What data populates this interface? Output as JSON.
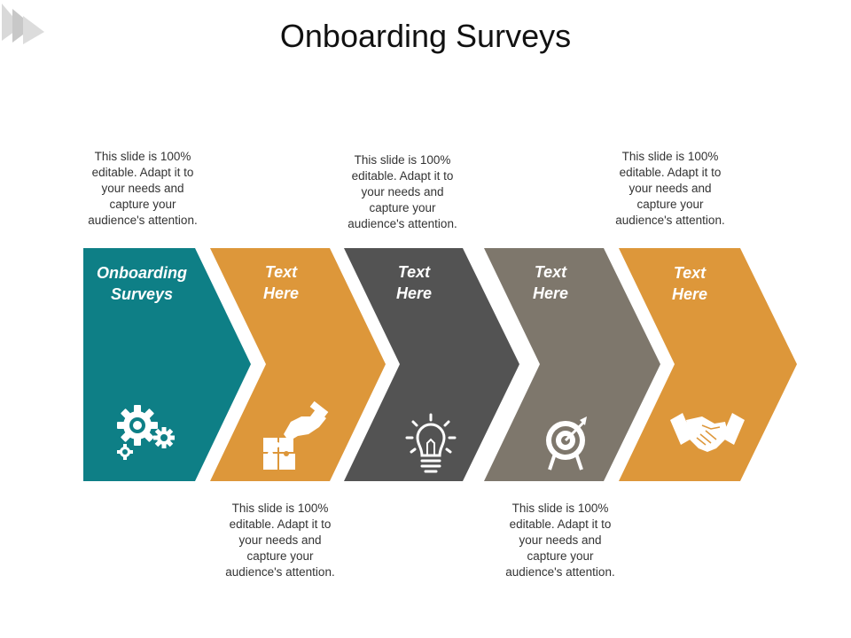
{
  "title": "Onboarding Surveys",
  "steps": [
    {
      "label_line1": "Onboarding",
      "label_line2": "Surveys",
      "color": "#0e7f86",
      "icon": "gears-icon"
    },
    {
      "label_line1": "Text",
      "label_line2": "Here",
      "color": "#dd973a",
      "icon": "puzzle-hand-icon"
    },
    {
      "label_line1": "Text",
      "label_line2": "Here",
      "color": "#535353",
      "icon": "lightbulb-icon"
    },
    {
      "label_line1": "Text",
      "label_line2": "Here",
      "color": "#7e776c",
      "icon": "target-icon"
    },
    {
      "label_line1": "Text",
      "label_line2": "Here",
      "color": "#dd973a",
      "icon": "handshake-icon"
    }
  ],
  "descriptions": [
    {
      "line1": "This slide is 100%",
      "line2": "editable. Adapt it to",
      "line3": "your needs and",
      "line4": "capture your",
      "line5": "audience's attention."
    },
    {
      "line1": "This slide is 100%",
      "line2": "editable. Adapt it to",
      "line3": "your needs and",
      "line4": "capture your",
      "line5": "audience's attention."
    },
    {
      "line1": "This slide is 100%",
      "line2": "editable. Adapt it to",
      "line3": "your needs and",
      "line4": "capture your",
      "line5": "audience's attention."
    },
    {
      "line1": "This slide is 100%",
      "line2": "editable. Adapt it to",
      "line3": "your needs and",
      "line4": "capture your",
      "line5": "audience's attention."
    },
    {
      "line1": "This slide is 100%",
      "line2": "editable. Adapt it to",
      "line3": "your needs and",
      "line4": "capture your",
      "line5": "audience's attention."
    }
  ]
}
